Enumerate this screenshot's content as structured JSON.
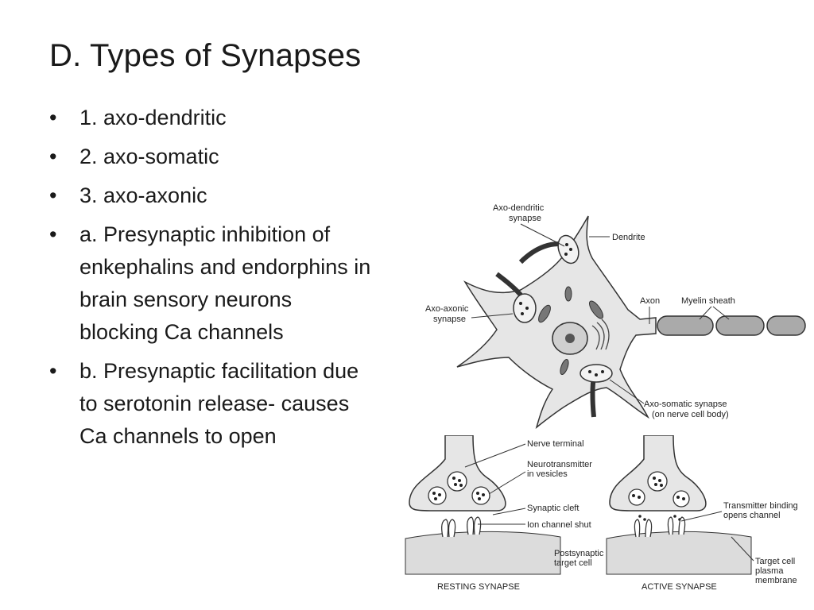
{
  "slide": {
    "title": "D.  Types of Synapses",
    "bullets": [
      "1.  axo-dendritic",
      "2.  axo-somatic",
      "3.  axo-axonic",
      "a.  Presynaptic inhibition of enkephalins and endorphins in brain sensory neurons blocking Ca channels",
      "b.  Presynaptic facilitation due to serotonin release- causes Ca channels to open"
    ]
  },
  "neuron_diagram": {
    "labels": {
      "axo_dendritic_line1": "Axo-dendritic",
      "axo_dendritic_line2": "synapse",
      "dendrite": "Dendrite",
      "axo_axonic_line1": "Axo-axonic",
      "axo_axonic_line2": "synapse",
      "axon": "Axon",
      "myelin_sheath": "Myelin sheath",
      "axo_somatic_line1": "Axo-somatic synapse",
      "axo_somatic_line2": "(on nerve cell body)"
    }
  },
  "synapse_diagram": {
    "labels": {
      "nerve_terminal": "Nerve terminal",
      "neurotransmitter_line1": "Neurotransmitter",
      "neurotransmitter_line2": "in vesicles",
      "synaptic_cleft": "Synaptic cleft",
      "ion_channel_shut": "Ion channel shut",
      "postsynaptic_line1": "Postsynaptic",
      "postsynaptic_line2": "target cell",
      "transmitter_binding_line1": "Transmitter binding",
      "transmitter_binding_line2": "opens channel",
      "target_cell_line1": "Target cell",
      "target_cell_line2": "plasma",
      "target_cell_line3": "membrane",
      "resting_synapse": "RESTING SYNAPSE",
      "active_synapse": "ACTIVE SYNAPSE"
    }
  }
}
